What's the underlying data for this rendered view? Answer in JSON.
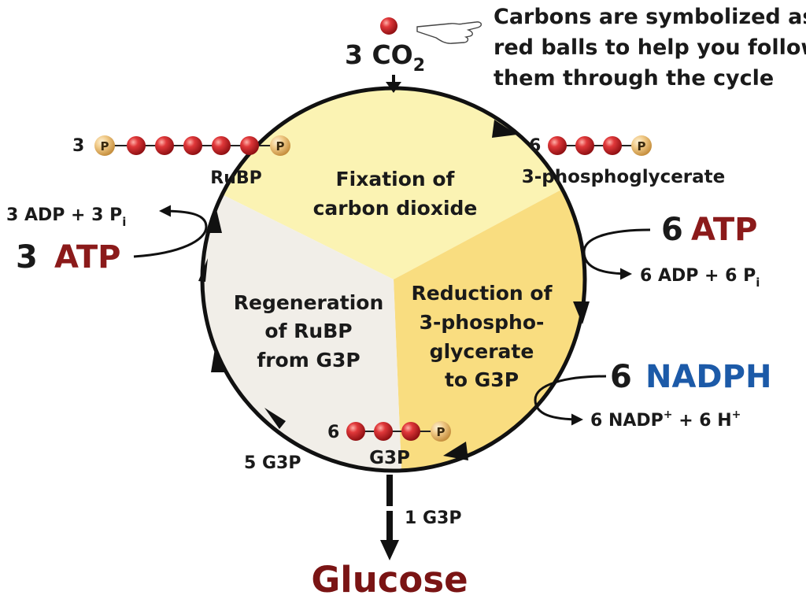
{
  "note": {
    "line1": "Carbons are symbolized as",
    "line2": "red balls to help you follow",
    "line3": "them through the cycle"
  },
  "co2": {
    "coef": "3 CO",
    "sub": "2"
  },
  "sectors": {
    "fixation": [
      "Fixation of",
      "carbon dioxide"
    ],
    "reduction": [
      "Reduction of",
      "3-phospho-",
      "glycerate",
      "to G3P"
    ],
    "regeneration": [
      "Regeneration",
      "of RuBP",
      "from G3P"
    ]
  },
  "molecules": {
    "rubp": {
      "count": "3",
      "name": "RuBP",
      "phosphate": "P"
    },
    "pga": {
      "count": "6",
      "name": "3-phosphoglycerate",
      "phosphate": "P"
    },
    "g3p": {
      "count": "6",
      "name": "G3P",
      "phosphate": "P"
    }
  },
  "left_inputs": {
    "atp_coef": "3",
    "atp_word": "ATP",
    "products": "3 ADP  +  3 P",
    "products_sub": "i"
  },
  "right_inputs": {
    "atp_coef": "6",
    "atp_word": "ATP",
    "atp_products": "6 ADP  +  6 P",
    "atp_products_sub": "i",
    "nadph_coef": "6",
    "nadph_word": "NADPH",
    "nadp_part1": "6 NADP",
    "nadp_sup": "+",
    "nadp_part2": "  +  6 H",
    "h_sup": "+"
  },
  "g3p_flows": {
    "recycled": "5 G3P",
    "exported": "1 G3P"
  },
  "output": "Glucose",
  "colors": {
    "fixation_fill": "#fbf3b3",
    "reduction_fill": "#f9dd80",
    "regeneration_fill": "#f1eee8",
    "carbon_ball": "#c9252a",
    "phosphate_ball": "#e9c079",
    "atp_red": "#8b1a1a",
    "nadph_blue": "#1c5aa8",
    "glucose_red": "#7a1414"
  }
}
